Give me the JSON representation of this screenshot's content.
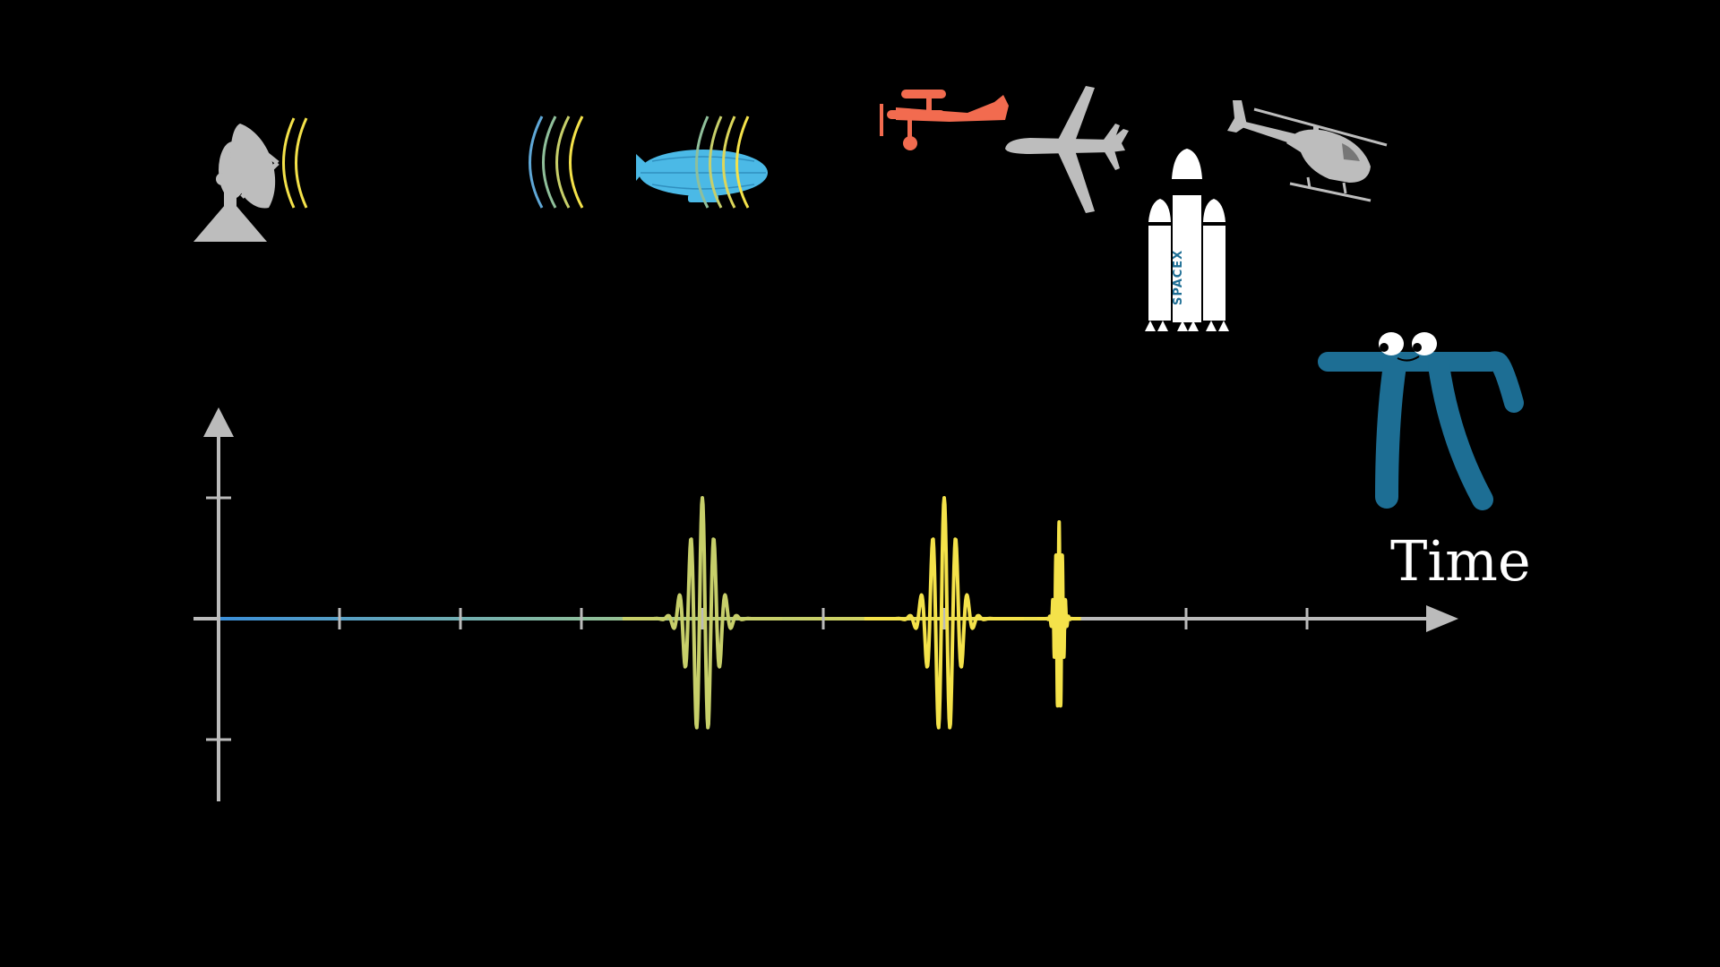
{
  "axis": {
    "x_label": "Time"
  },
  "rocket": {
    "logo_text": "SPACEX"
  },
  "colors": {
    "background": "#000000",
    "axis": "#bbbbbb",
    "signal_blue": "#3b8fd9",
    "signal_green": "#b9c96a",
    "signal_yellow": "#f4e24a",
    "biplane": "#f26b4f",
    "blimp": "#4bb9e6",
    "pi_creature": "#1d6e94",
    "aircraft_grey": "#bdbdbd"
  },
  "icons": [
    "radar-dish-icon",
    "blimp-icon",
    "biplane-icon",
    "airplane-icon",
    "rocket-icon",
    "helicopter-icon",
    "pi-creature-icon"
  ],
  "chart_data": {
    "type": "line",
    "x_ticks": [
      1,
      2,
      3,
      4,
      5,
      6,
      7,
      8,
      9
    ],
    "y_ticks": [
      -1,
      1
    ],
    "echoes": [
      {
        "center": 4.0,
        "width": 0.22,
        "amplitude": 1.0,
        "color": "#c7cf6a"
      },
      {
        "center": 6.0,
        "width": 0.22,
        "amplitude": 1.0,
        "color": "#f4e24a"
      },
      {
        "center": 6.95,
        "width": 0.06,
        "amplitude": 0.8,
        "color": "#f4e24a"
      }
    ]
  }
}
